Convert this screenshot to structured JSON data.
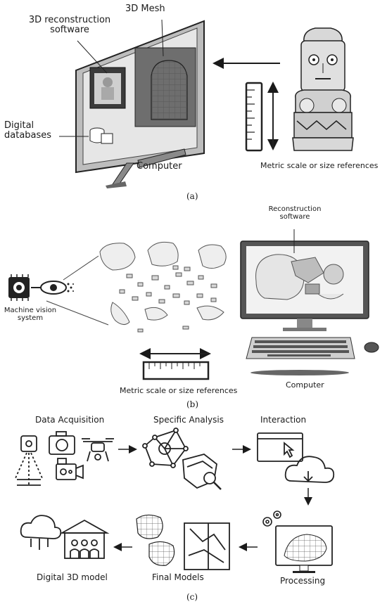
{
  "panel_a": {
    "mesh_label": "3D Mesh",
    "software_label_line1": "3D reconstruction",
    "software_label_line2": "software",
    "databases_label_line1": "Digital",
    "databases_label_line2": "databases",
    "computer_label": "Computer",
    "scale_label": "Metric scale or size references",
    "caption": "(a)"
  },
  "panel_b": {
    "software_label_line1": "Reconstruction",
    "software_label_line2": "software",
    "vision_label_line1": "Machine vision",
    "vision_label_line2": "system",
    "scale_label": "Metric scale or size references",
    "computer_label": "Computer",
    "caption": "(b)"
  },
  "panel_c": {
    "data_acquisition": "Data Acquisition",
    "specific_analysis": "Specific Analysis",
    "interaction": "Interaction",
    "processing": "Processing",
    "final_models": "Final Models",
    "digital_3d_model": "Digital 3D model",
    "caption": "(c)"
  },
  "colors": {
    "ink": "#1a1a1a",
    "gray": "#7a7a7a",
    "light": "#d9d9d9",
    "dark": "#3b3b3b"
  },
  "icons": [
    "monitor-icon",
    "statue-icon",
    "ruler-icon",
    "database-icon",
    "camera-icon",
    "drone-icon",
    "video-camera-icon",
    "network-icon",
    "rock-magnifier-icon",
    "window-cursor-icon",
    "cloud-icon",
    "gears-icon",
    "mesh-icon",
    "map-icon",
    "museum-icon",
    "keyboard-icon",
    "mouse-icon",
    "skull-icon",
    "bone-fragments-icon"
  ]
}
